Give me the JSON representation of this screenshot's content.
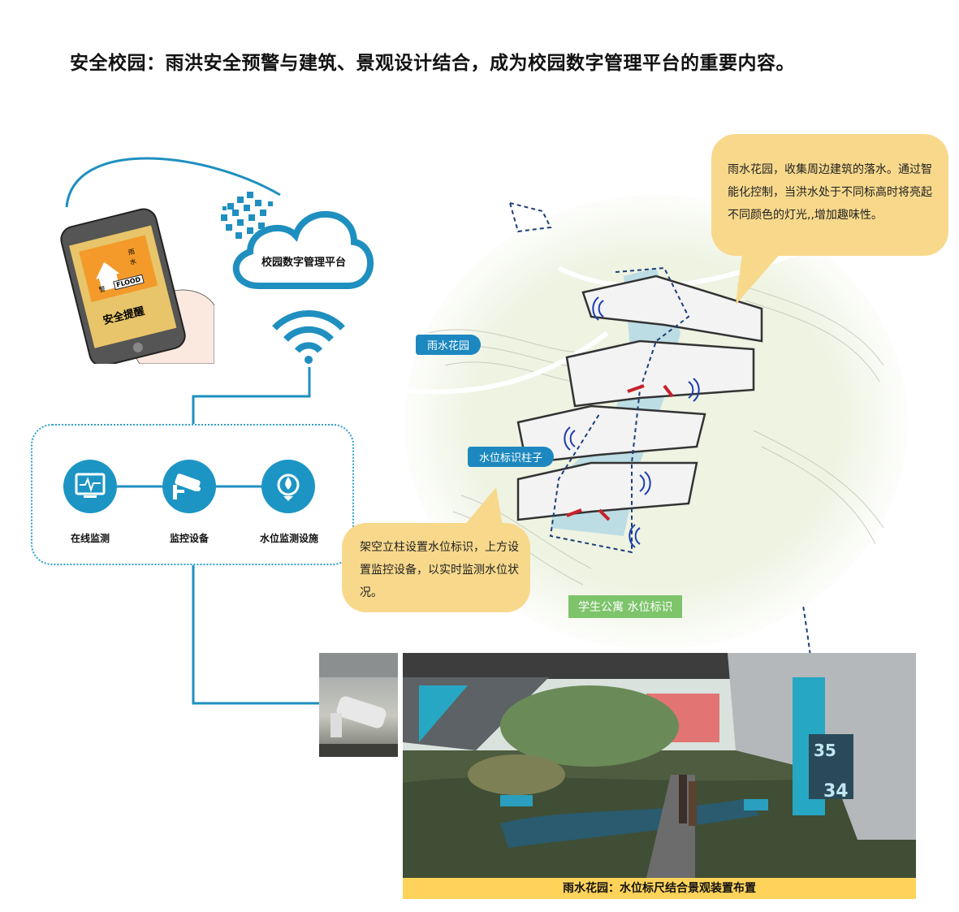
{
  "title": "安全校园：雨洪安全预警与建筑、景观设计结合，成为校园数字管理平台的重要内容。",
  "cloud": {
    "label": "校园数字管理平台"
  },
  "phone": {
    "alert_label": "安全提醒",
    "flood_text": "FLOOD",
    "warn_chars": [
      "雨",
      "水",
      "警"
    ]
  },
  "devices": [
    {
      "label": "在线监测",
      "icon": "monitor-icon"
    },
    {
      "label": "监控设备",
      "icon": "cctv-icon"
    },
    {
      "label": "水位监测设施",
      "icon": "water-level-icon"
    }
  ],
  "bubbles": {
    "rain_garden": "雨水花园，收集周边建筑的落水。通过智能化控制，当洪水处于不同标高时将亮起不同颜色的灯光,,增加趣味性。",
    "pillar": "架空立柱设置水位标识，上方设置监控设备，以实时监测水位状况。"
  },
  "map_tags": {
    "rain_garden": "雨水花园",
    "pillar": "水位标识柱子",
    "dorm": "学生公寓 水位标识"
  },
  "render": {
    "caption": "雨水花园：水位标尺结合景观装置布置",
    "level_marks": [
      "35",
      "34"
    ]
  },
  "colors": {
    "accent": "#1c95c4",
    "bubble": "#f8d98c",
    "caption": "#ffd35a",
    "green_tag": "#7dc46b"
  }
}
